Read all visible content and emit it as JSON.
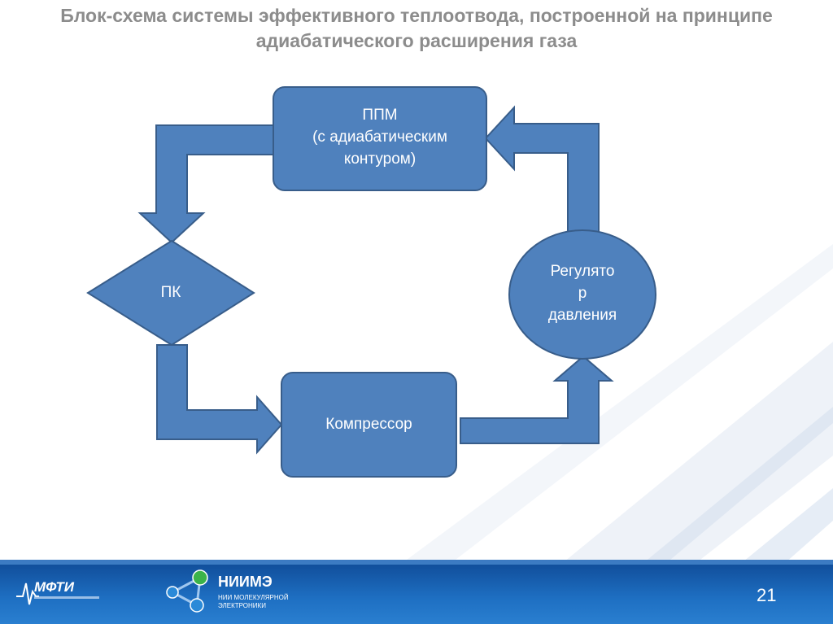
{
  "title": {
    "line1": "Блок-схема системы эффективного теплоотвода, построенной на принципе",
    "line2": "адиабатического расширения газа"
  },
  "nodes": {
    "ppm": {
      "line1": "ППМ",
      "line2": "(с адиабатическим",
      "line3": "контуром)"
    },
    "pk": {
      "label": "ПК"
    },
    "regulator": {
      "line1": "Регулято",
      "line2": "р",
      "line3": "давления"
    },
    "compressor": {
      "label": "Компрессор"
    }
  },
  "footer": {
    "mipt_logo": "МФТИ",
    "niime_title": "НИИМЭ",
    "niime_sub1": "НИИ МОЛЕКУЛЯРНОЙ",
    "niime_sub2": "ЭЛЕКТРОНИКИ",
    "page_number": "21"
  },
  "colors": {
    "shape_fill": "#4f81bd",
    "shape_stroke": "#385d8a",
    "title": "#8c8c8c",
    "footer": "#1a5fb4"
  }
}
